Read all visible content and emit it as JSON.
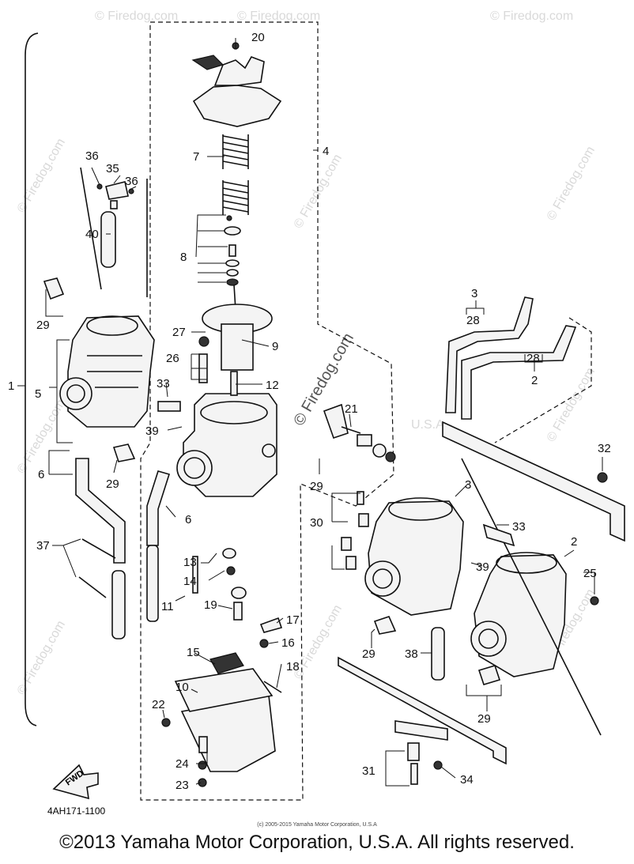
{
  "callouts": {
    "c1": "1",
    "c2a": "2",
    "c2b": "2",
    "c3a": "3",
    "c3b": "3",
    "c4": "4",
    "c5": "5",
    "c6a": "6",
    "c6b": "6",
    "c7": "7",
    "c8": "8",
    "c9": "9",
    "c10": "10",
    "c11": "11",
    "c12": "12",
    "c13": "13",
    "c14": "14",
    "c15": "15",
    "c16": "16",
    "c17": "17",
    "c18": "18",
    "c19": "19",
    "c20": "20",
    "c21": "21",
    "c22": "22",
    "c23": "23",
    "c24": "24",
    "c25": "25",
    "c26": "26",
    "c27": "27",
    "c28a": "28",
    "c28b": "28",
    "c29a": "29",
    "c29b": "29",
    "c29c": "29",
    "c29d": "29",
    "c29e": "29",
    "c30": "30",
    "c31": "31",
    "c32": "32",
    "c33a": "33",
    "c33b": "33",
    "c34": "34",
    "c35": "35",
    "c36a": "36",
    "c36b": "36",
    "c37": "37",
    "c38": "38",
    "c39a": "39",
    "c39b": "39",
    "c40": "40"
  },
  "diagram_code": "4AH171-1100",
  "fwd_label": "FWD",
  "watermark": "© Firedog.com",
  "watermark_center": "© Firedog.com",
  "watermark_usa": "U.S.A",
  "small_copyright": "(c) 2005-2015 Yamaha Motor Corporation, U.S.A",
  "copyright": "©2013 Yamaha Motor Corporation, U.S.A. All rights reserved."
}
